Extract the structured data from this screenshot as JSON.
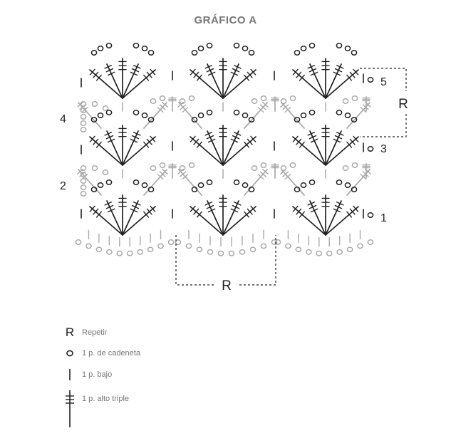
{
  "title": "GRÁFICO A",
  "row_labels": {
    "row1": "1",
    "row2": "2",
    "row3": "3",
    "row4": "4",
    "row5": "5"
  },
  "repeat_marks": {
    "horizontal": "R",
    "vertical": "R"
  },
  "legend": [
    {
      "icon": "repeat-symbol",
      "symbol": "R",
      "label": "Repetir"
    },
    {
      "icon": "chain-stitch-icon",
      "label": "1 p. de cadeneta"
    },
    {
      "icon": "single-crochet-icon",
      "label": "1 p. bajo"
    },
    {
      "icon": "triple-crochet-icon",
      "label": "1 p. alto triple"
    }
  ],
  "colors": {
    "dark_rows": "#222222",
    "light_rows": "#aaaaaa",
    "title": "#777777"
  }
}
